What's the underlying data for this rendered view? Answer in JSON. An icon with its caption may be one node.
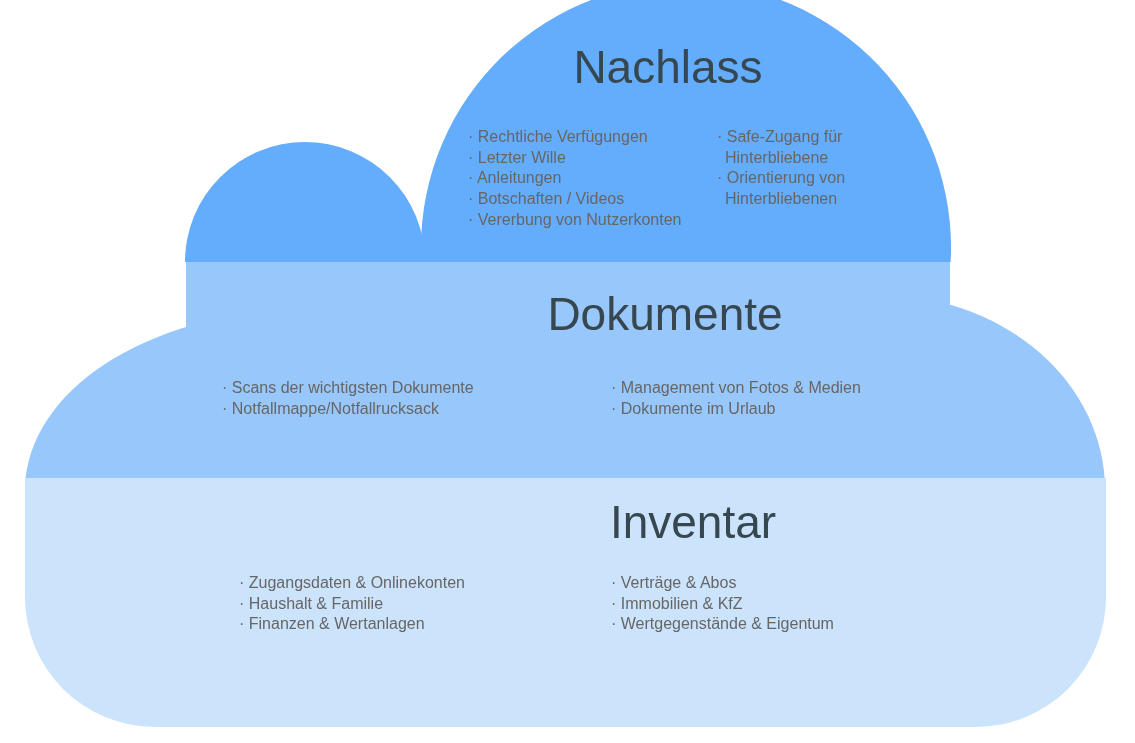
{
  "diagram": {
    "nodes": [
      {
        "text": [
          "Nachlass",
          "· Rechtliche Verfügungen",
          "· Letzter Wille",
          "· Anleitungen",
          "· Botschaften / Videos",
          "· Vererbung von Nutzerkonten",
          "· Safe-Zugang für Hinterbliebene",
          "· Orientierung von Hinterbliebenen"
        ]
      },
      {
        "text": [
          "Dokumente",
          "· Scans der wichtigsten Dokumente",
          "· Notfallmappe/Notfallrucksack",
          "· Management von Fotos & Medien",
          "· Dokumente im Urlaub"
        ]
      },
      {
        "text": [
          "Inventar",
          "· Zugangsdaten & Onlinekonten",
          "· Haushalt & Familie",
          "· Finanzen & Wertanlagen",
          "· Verträge & Abos",
          "· Immobilien & KfZ",
          "· Wertgegenstände & Eigentum"
        ]
      }
    ]
  }
}
